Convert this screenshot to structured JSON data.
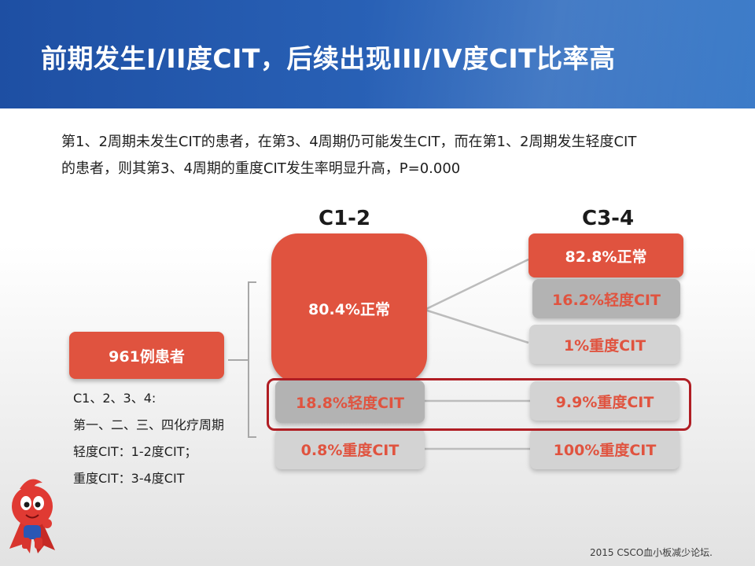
{
  "header": {
    "title": "前期发生I/II度CIT，后续出现III/IV度CIT比率高"
  },
  "description": {
    "line1": "第1、2周期未发生CIT的患者，在第3、4周期仍可能发生CIT，而在第1、2周期发生轻度CIT",
    "line2": "的患者，则其第3、4周期的重度CIT发生率明显升高，P=0.000"
  },
  "diagram": {
    "col_c12": "C1-2",
    "col_c34": "C3-4",
    "patients": "961例患者",
    "c12": {
      "normal": "80.4%正常",
      "mild": "18.8%轻度CIT",
      "severe": "0.8%重度CIT"
    },
    "c34": {
      "normal": "82.8%正常",
      "mild": "16.2%轻度CIT",
      "severe_from_normal": "1%重度CIT",
      "severe_from_mild": "9.9%重度CIT",
      "severe_from_severe": "100%重度CIT"
    },
    "legend": [
      "C1、2、3、4:",
      "第一、二、三、四化疗周期",
      "轻度CIT：1-2度CIT；",
      "重度CIT：3-4度CIT"
    ]
  },
  "footer": {
    "text": "2015 CSCO血小板减少论坛."
  },
  "colors": {
    "header": "#2a63b8",
    "accent_red": "#e0533f",
    "highlight": "#b01d23",
    "box_gray": "#b3b3b3",
    "box_light": "#d3d3d3"
  },
  "icons": {
    "mascot": "red-drop-mascot-icon"
  }
}
